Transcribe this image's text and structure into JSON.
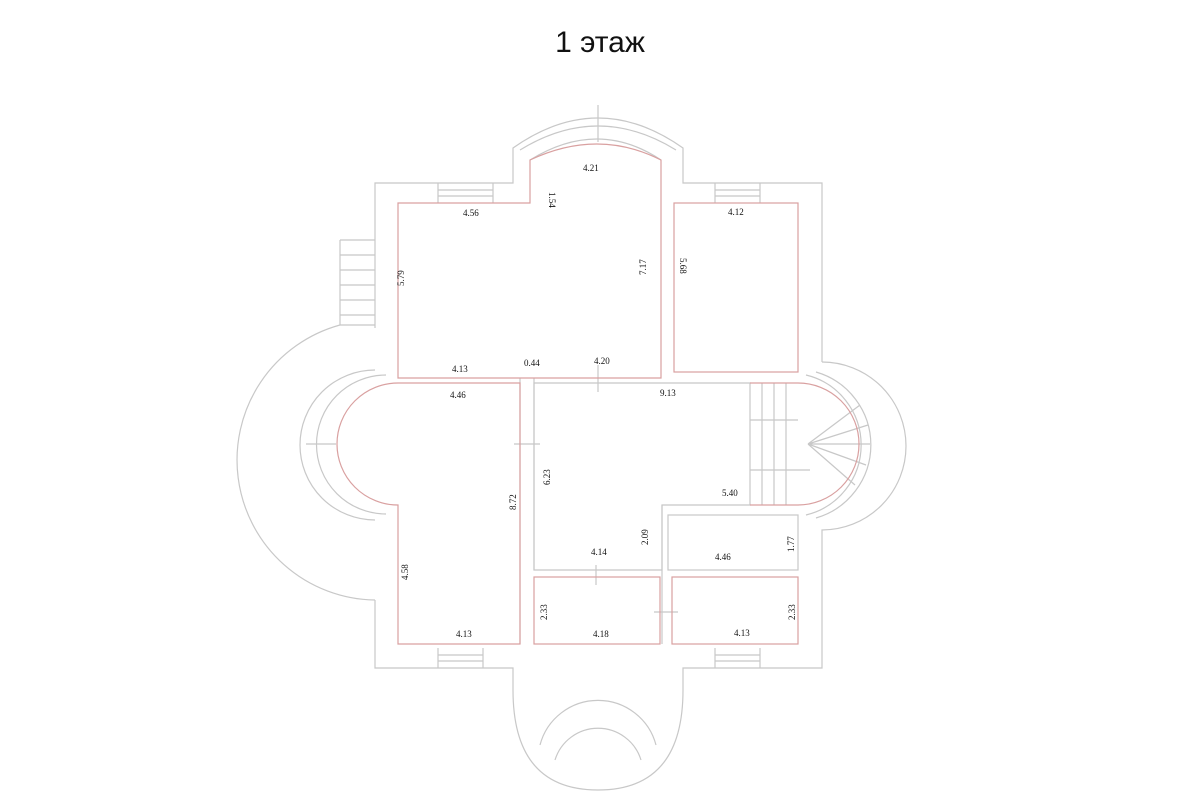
{
  "title": "1 этаж",
  "dimensions": {
    "r1_top_left": "4.56",
    "r1_bay_depth": "1.54",
    "r1_bay_width": "4.21",
    "r1_left": "5.79",
    "r1_right": "7.17",
    "r1_bottom_left": "4.13",
    "wall_gap": "0.44",
    "r1_bottom_right": "4.20",
    "r2_top": "4.12",
    "r2_left": "5.68",
    "r3_top": "4.46",
    "r3_right": "8.72",
    "r3_left": "4.58",
    "r3_bottom": "4.13",
    "hall_top": "9.13",
    "hall_left": "6.23",
    "hall_bottom": "4.14",
    "hall_step": "2.09",
    "stair_width": "5.40",
    "r5_bottom": "4.46",
    "r5_right": "1.77",
    "r6_left": "2.33",
    "r6_bottom": "4.18",
    "r7_bottom": "4.13",
    "r7_right": "2.33"
  },
  "colors": {
    "wall": "#c8c8c8",
    "room_outline": "#d9a0a0"
  }
}
